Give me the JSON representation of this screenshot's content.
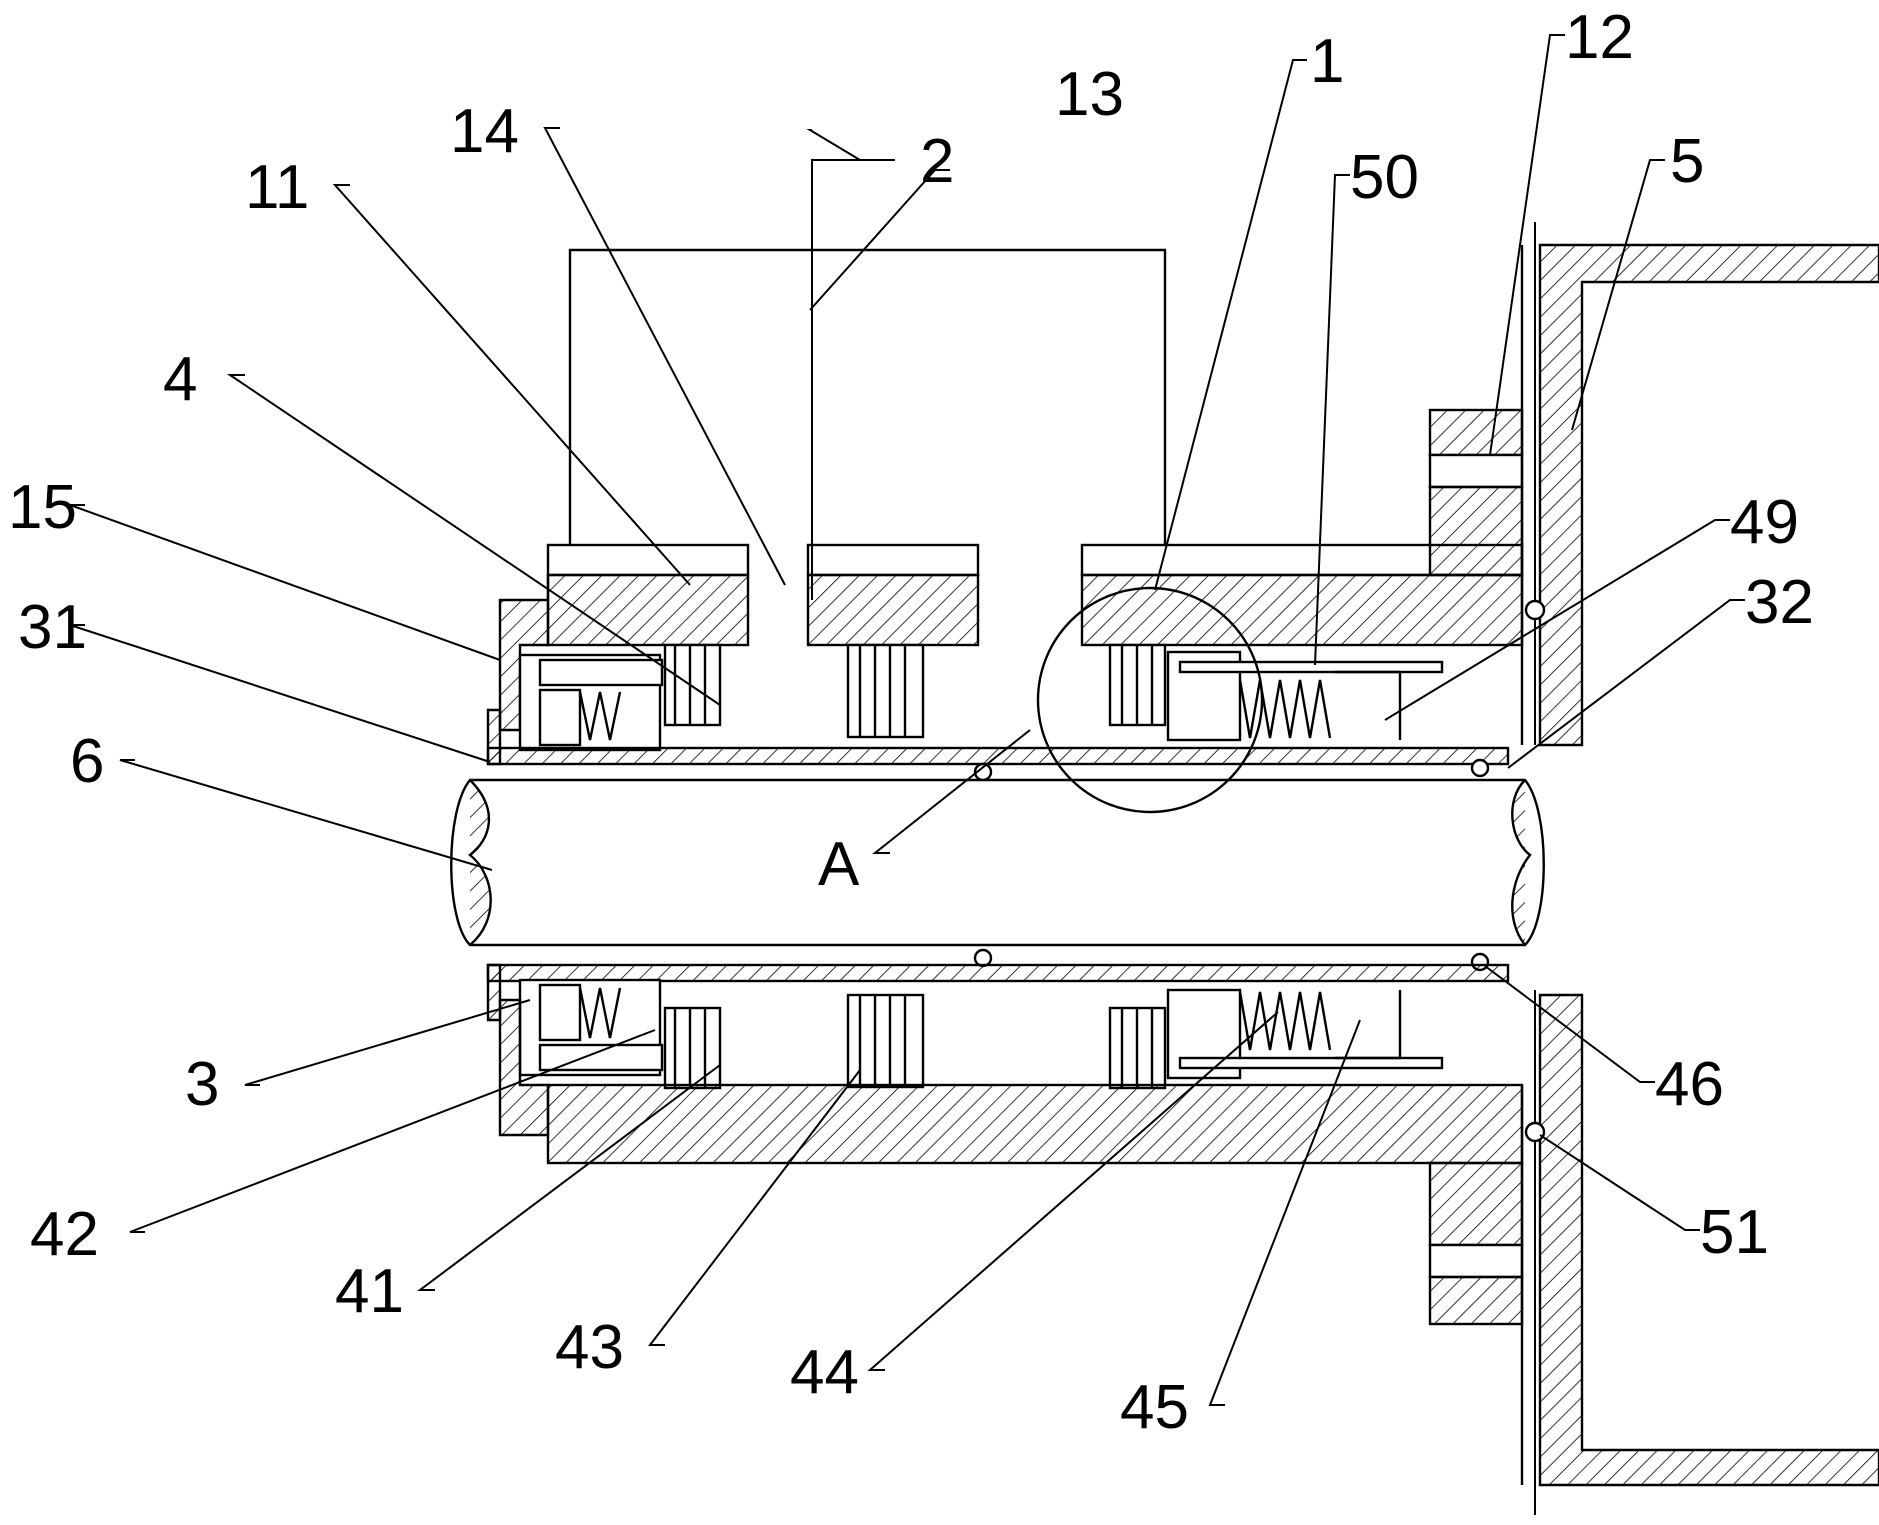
{
  "labels": {
    "l1": "1",
    "l2": "2",
    "l3": "3",
    "l4": "4",
    "l5": "5",
    "l6": "6",
    "l11": "11",
    "l12": "12",
    "l13": "13",
    "l14": "14",
    "l15": "15",
    "l31": "31",
    "l32": "32",
    "l41": "41",
    "l42": "42",
    "l43": "43",
    "l44": "44",
    "l45": "45",
    "l46": "46",
    "l49": "49",
    "l50": "50",
    "l51": "51",
    "lA": "A"
  }
}
